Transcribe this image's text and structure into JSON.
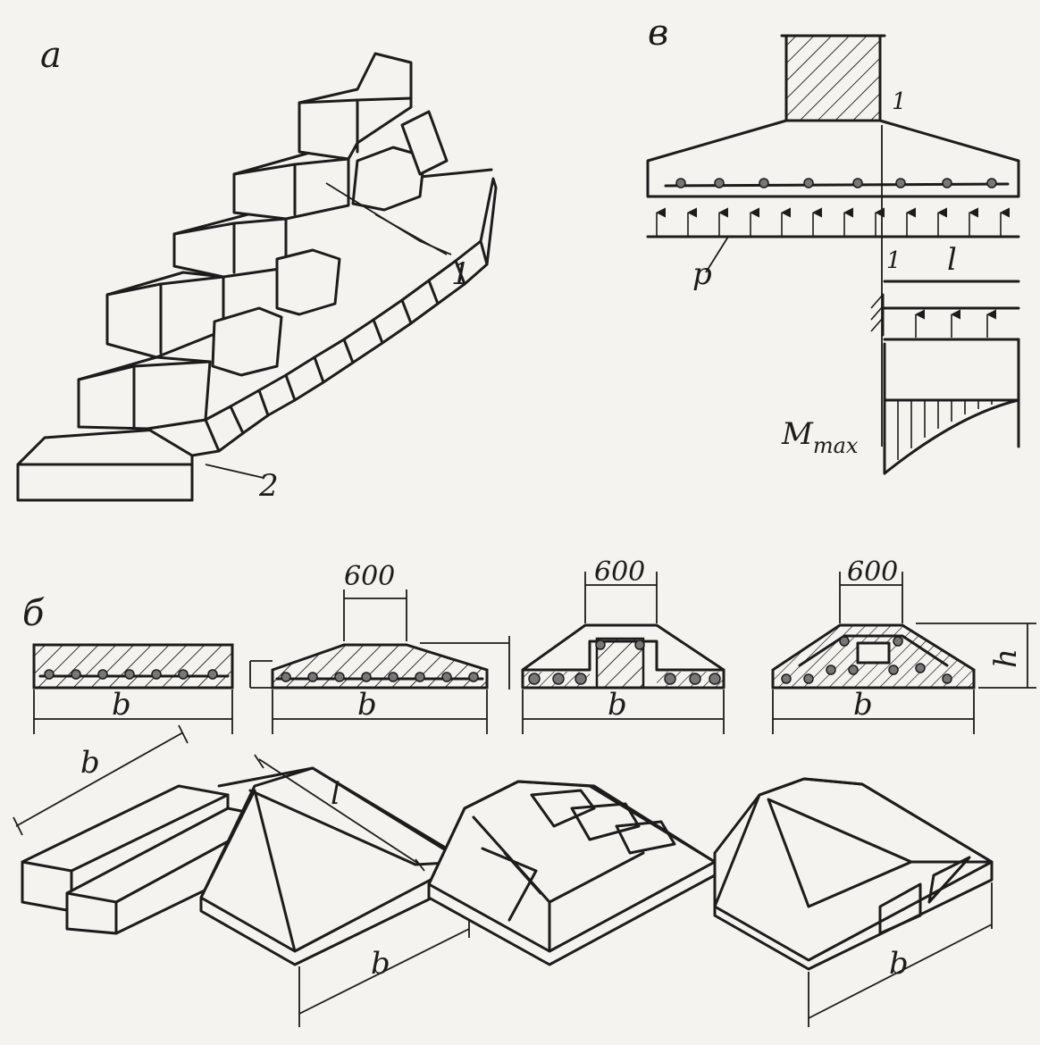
{
  "labels": {
    "panel_a": "а",
    "panel_b": "б",
    "panel_v": "в",
    "callout_1": "1",
    "callout_2": "2",
    "section_mark_top": "1",
    "section_mark_bottom": "1",
    "pressure": "p",
    "length": "l",
    "moment": "M",
    "moment_sub": "max",
    "dim_600_1": "600",
    "dim_600_2": "600",
    "dim_600_3": "600",
    "dim_b_1": "b",
    "dim_b_2": "b",
    "dim_b_3": "b",
    "dim_b_4": "b",
    "dim_h": "h",
    "iso_b_1": "b",
    "iso_l": "l",
    "iso_b_2": "b",
    "iso_b_3": "b"
  }
}
